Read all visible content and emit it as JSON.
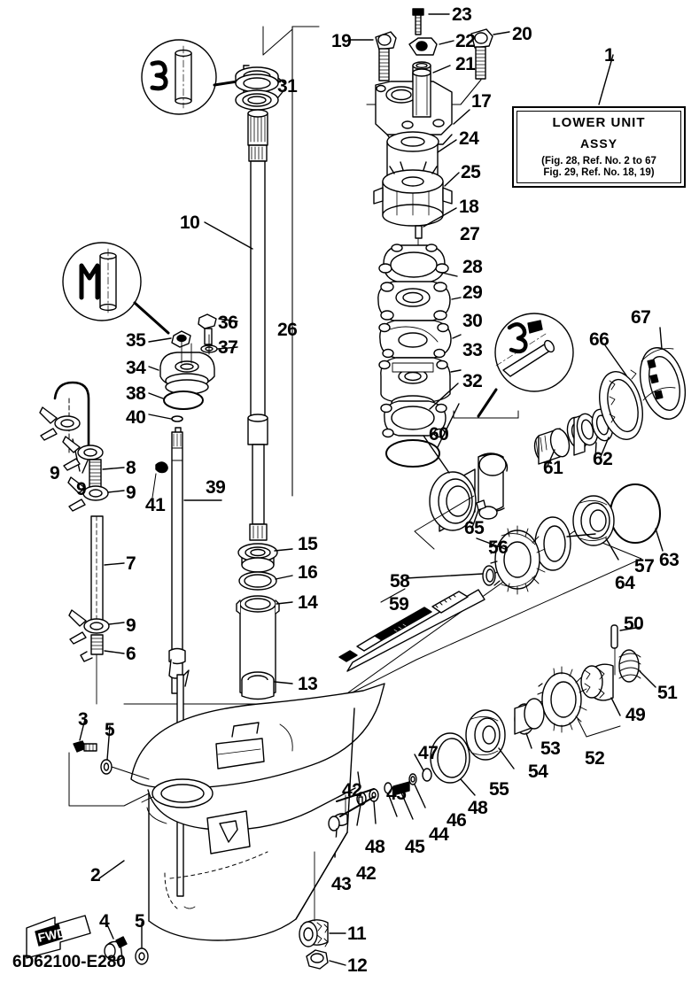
{
  "document": {
    "title": "Lower Unit Assembly Exploded Parts Diagram",
    "drawing_number": "6D62100-E280",
    "direction_marker": "FWD"
  },
  "callout_box": {
    "line1": "LOWER  UNIT",
    "line2": "ASSY",
    "line3": "(Fig. 28, Ref. No. 2 to 67",
    "line4": "Fig. 29, Ref. No. 18, 19)",
    "pointer_ref": "1"
  },
  "refs": {
    "n1": "1",
    "n2": "2",
    "n3": "3",
    "n4": "4",
    "n5a": "5",
    "n5b": "5",
    "n6": "6",
    "n7": "7",
    "n8": "8",
    "n9a": "9",
    "n9b": "9",
    "n9c": "9",
    "n9d": "9",
    "n10": "10",
    "n11": "11",
    "n12": "12",
    "n13": "13",
    "n14": "14",
    "n15": "15",
    "n16": "16",
    "n17": "17",
    "n18": "18",
    "n19": "19",
    "n20": "20",
    "n21": "21",
    "n22": "22",
    "n23": "23",
    "n24": "24",
    "n25": "25",
    "n26": "26",
    "n27": "27",
    "n28": "28",
    "n29": "29",
    "n30": "30",
    "n31": "31",
    "n32": "32",
    "n33": "33",
    "n34": "34",
    "n35": "35",
    "n36": "36",
    "n37": "37",
    "n38": "38",
    "n39": "39",
    "n40": "40",
    "n41": "41",
    "n42a": "42",
    "n42b": "42",
    "n43": "43",
    "n44": "44",
    "n45a": "45",
    "n45b": "45",
    "n46": "46",
    "n47": "47",
    "n48a": "48",
    "n48b": "48",
    "n49": "49",
    "n50": "50",
    "n51": "51",
    "n52": "52",
    "n53": "53",
    "n54": "54",
    "n55": "55",
    "n56": "56",
    "n57": "57",
    "n58": "58",
    "n59": "59",
    "n60": "60",
    "n61": "61",
    "n62": "62",
    "n63": "63",
    "n64": "64",
    "n65": "65",
    "n66": "66",
    "n67": "67"
  },
  "detail_circles": [
    {
      "name": "grease-detail-driveshaft-top",
      "symbol": "lubricant-marine-grease"
    },
    {
      "name": "grease-detail-water-pump-shaft",
      "symbol": "lubricant-marine-grease"
    },
    {
      "name": "grease-detail-propshaft",
      "symbol": "lubricant-marine-grease"
    }
  ]
}
